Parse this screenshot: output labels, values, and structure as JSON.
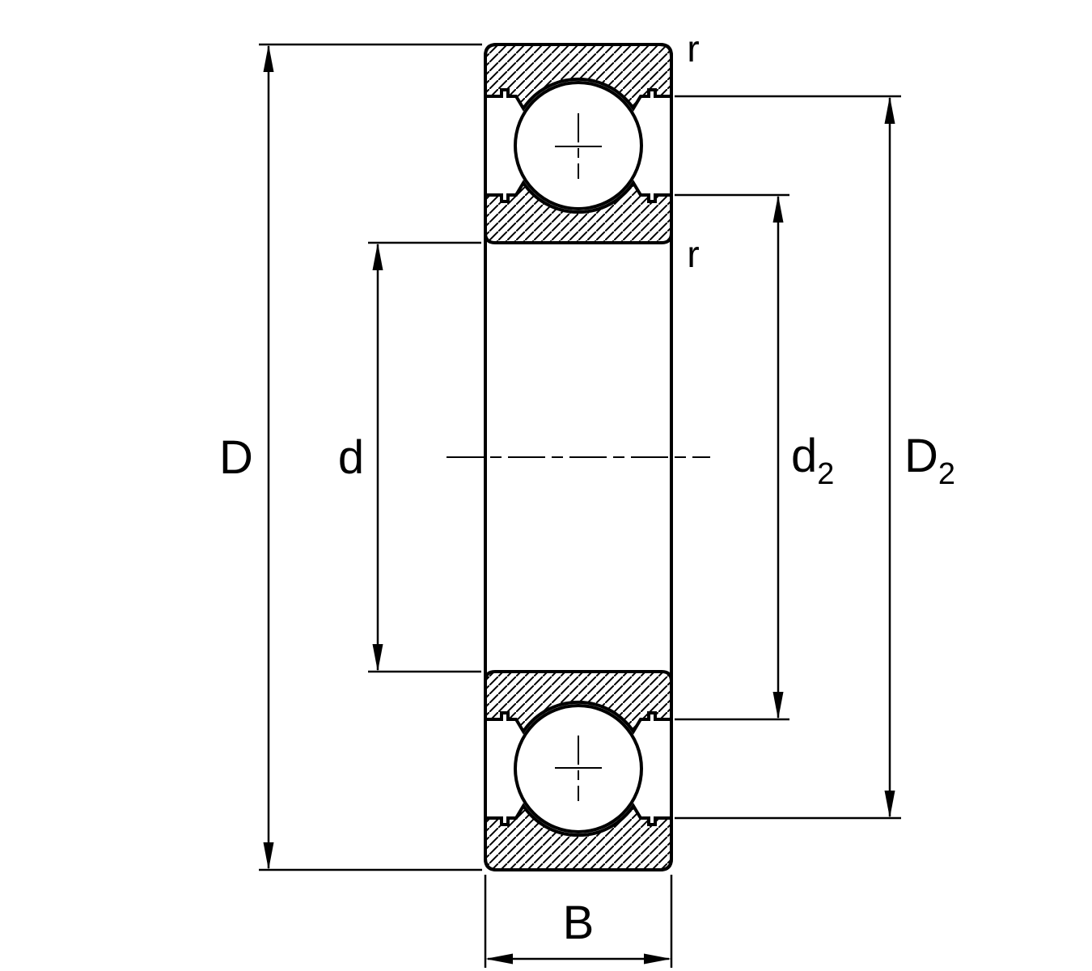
{
  "diagram": {
    "name": "deep-groove-ball-bearing-cross-section",
    "description": "Dimension drawing of a deep groove ball bearing shown in axial cross-section with outer ring, inner ring and two balls, annotated with boundary dimensions",
    "labels": {
      "outside_diameter": "D",
      "bore_diameter": "d",
      "d2_main": "d",
      "d2_sub": "2",
      "D2_main": "D",
      "D2_sub": "2",
      "width": "B",
      "r_outer_corner": "r",
      "r_inner_corner": "r"
    },
    "colors": {
      "ink": "#000000",
      "background": "#ffffff"
    }
  }
}
